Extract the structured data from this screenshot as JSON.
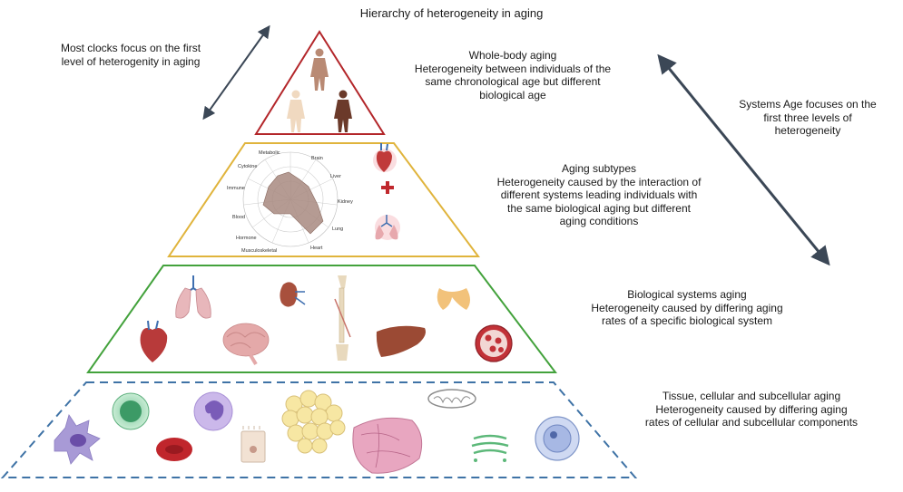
{
  "title": "Hierarchy of heterogeneity in aging",
  "annotations": {
    "left": [
      "Most clocks focus on the first",
      "level of heterogenity in aging"
    ],
    "right": [
      "Systems Age focuses on the",
      "first three levels of",
      "heterogeneity"
    ]
  },
  "levels": [
    {
      "lines": [
        "Whole-body aging",
        "Heterogeneity between individuals of the",
        "same chronological age but different",
        "biological age"
      ],
      "color": "#b3262a"
    },
    {
      "lines": [
        "Aging subtypes",
        "Heterogeneity caused by the interaction of",
        "different systems leading individuals with",
        "the same biological aging but different",
        "aging conditions"
      ],
      "color": "#e0b43c"
    },
    {
      "lines": [
        "Biological systems aging",
        "Heterogeneity caused by differing aging",
        "rates of a specific biological system"
      ],
      "color": "#43a23c"
    },
    {
      "lines": [
        "Tissue, cellular and subcellular aging",
        "Heterogeneity caused by differing aging",
        "rates of cellular and subcellular components"
      ],
      "color": "#3f73a6"
    }
  ],
  "radar": {
    "labels": [
      "Metabolic",
      "Brain",
      "Liver",
      "Kidney",
      "Lung",
      "Heart",
      "Musculoskeletal",
      "Hormone",
      "Blood",
      "Immune",
      "Cytokine"
    ]
  },
  "colors": {
    "arrow": "#3b4756",
    "plus": "#c0282d"
  }
}
